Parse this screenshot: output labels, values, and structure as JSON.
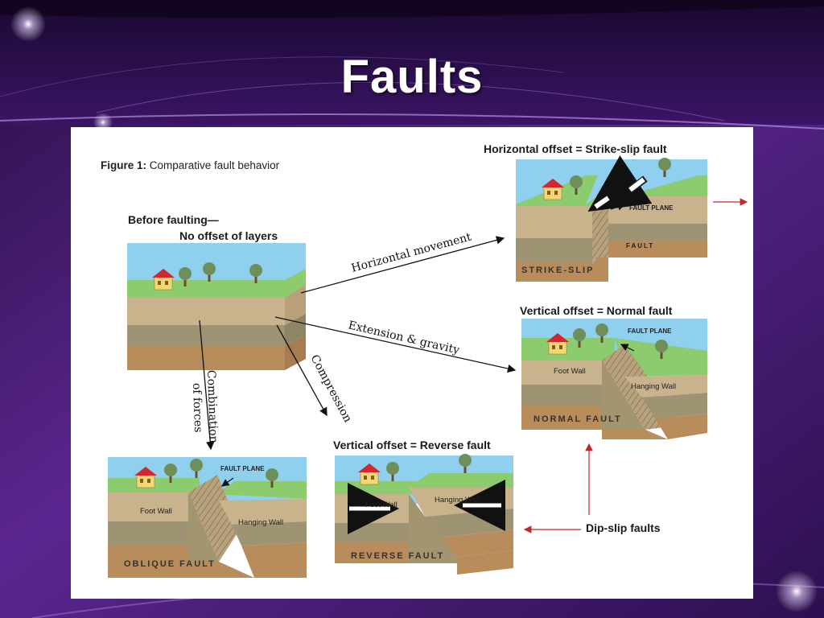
{
  "title": "Faults",
  "figure": {
    "caption_bold": "Figure 1:",
    "caption_rest": " Comparative fault behavior",
    "before_line1": "Before faulting—",
    "before_line2": "No offset of layers",
    "strike_heading": "Horizontal offset = Strike-slip fault",
    "normal_heading": "Vertical offset = Normal fault",
    "reverse_heading": "Vertical offset = Reverse fault",
    "dip_slip_label": "Dip-slip faults",
    "arrow_horizontal": "Horizontal movement",
    "arrow_extension": "Extension & gravity",
    "arrow_compression": "Compression",
    "arrow_combination_1": "Combination",
    "arrow_combination_2": "of forces",
    "strike_fault_plane": "Fault plane",
    "strike_fault": "Fault",
    "strike_caption": "Strike-slip",
    "normal_fault_plane": "Fault plane",
    "normal_foot_wall": "Foot Wall",
    "normal_hanging_wall": "Hanging Wall",
    "normal_caption": "Normal Fault",
    "oblique_fault_plane": "Fault plane",
    "oblique_foot_wall": "Foot Wall",
    "oblique_hanging_wall": "Hanging Wall",
    "oblique_caption": "Oblique Fault",
    "reverse_foot_wall": "Foot Wall",
    "reverse_hanging_wall": "Hanging Wall",
    "reverse_caption": "Reverse Fault"
  },
  "colors": {
    "sky": "#8fd0ef",
    "grass": "#8ccb6e",
    "soil_light": "#c9b38d",
    "soil_mid": "#9e9372",
    "soil_dark": "#b98d5b",
    "annotation_red": "#c0282a",
    "slide_purple": "#4a1d75"
  }
}
